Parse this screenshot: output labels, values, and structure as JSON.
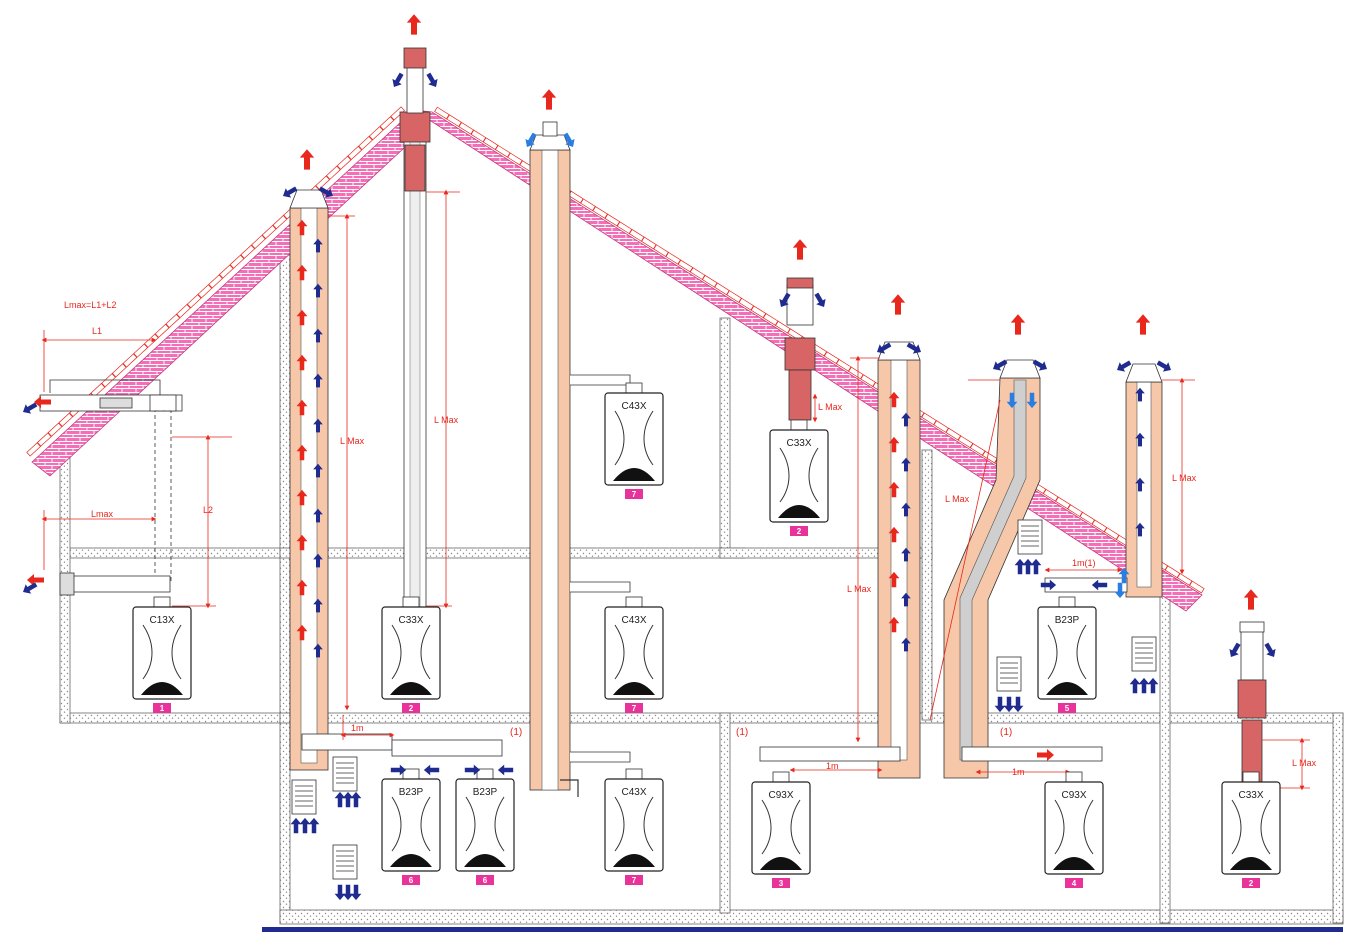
{
  "colors": {
    "roof": "#f36fb8",
    "brick_line": "#ffffff",
    "tile": "#ffffff",
    "tile_stroke": "#e8271d",
    "wall": "#8a8a8a",
    "duct_sheath": "#f6c7a8",
    "terminal": "#d76565",
    "exhaust_arrow": "#e8271d",
    "intake_arrow": "#1f2b8e",
    "intake_arrow_light": "#2a7de1",
    "dimension": "#e8271d",
    "tag": "#e8339a",
    "ground": "#1f2b8e"
  },
  "dimensions": {
    "lmax_l1_l2": "Lmax=L1+L2",
    "l1": "L1",
    "l2": "L2",
    "lmax": "Lmax",
    "l_max": "L Max",
    "one_m": "1m",
    "one_m_note": "1m(1)",
    "note_1": "(1)"
  },
  "boilers": [
    {
      "label": "C13X",
      "tag": "1"
    },
    {
      "label": "C33X",
      "tag": "2"
    },
    {
      "label": "C43X",
      "tag": "7"
    },
    {
      "label": "C43X",
      "tag": "7"
    },
    {
      "label": "C43X",
      "tag": "7"
    },
    {
      "label": "C33X",
      "tag": "2"
    },
    {
      "label": "B23P",
      "tag": "5"
    },
    {
      "label": "B23P",
      "tag": "6"
    },
    {
      "label": "B23P",
      "tag": "6"
    },
    {
      "label": "C93X",
      "tag": "3"
    },
    {
      "label": "C93X",
      "tag": "4"
    },
    {
      "label": "C33X",
      "tag": "2"
    }
  ]
}
